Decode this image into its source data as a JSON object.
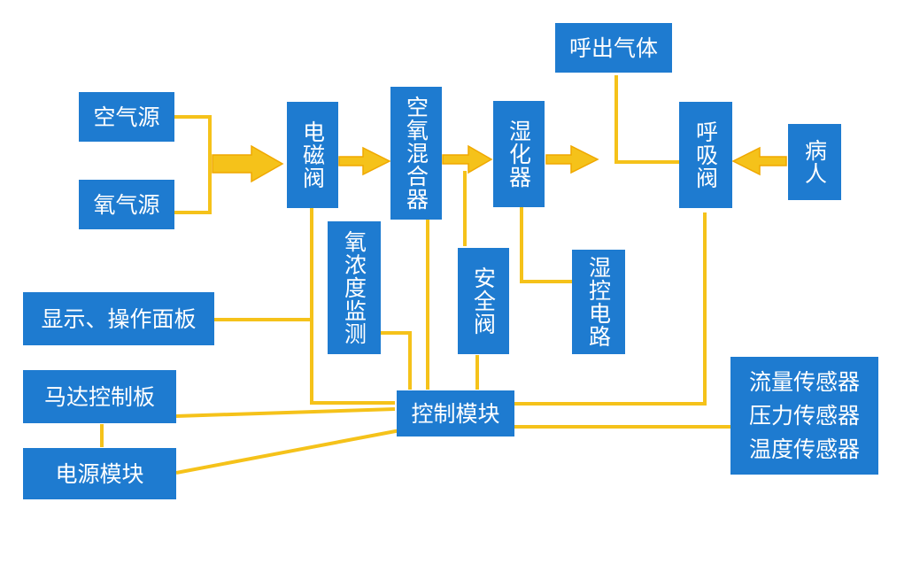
{
  "colors": {
    "box": "#1e7bd0",
    "connector": "#f5c21a",
    "text": "#ffffff"
  },
  "nodes": {
    "air_source": "空气源",
    "oxygen_source": "氧气源",
    "solenoid_valve": "电磁阀",
    "air_oxygen_mixer": "空氧混合器",
    "humidifier": "湿化器",
    "exhaled_gas": "呼出气体",
    "breathing_valve": "呼吸阀",
    "patient": "病人",
    "oxygen_monitor": "氧浓度监测",
    "safety_valve": "安全阀",
    "humidity_circuit": "湿控电路",
    "display_panel": "显示、操作面板",
    "motor_board": "马达控制板",
    "power_module": "电源模块",
    "control_module": "控制模块",
    "sensors": [
      "流量传感器",
      "压力传感器",
      "温度传感器"
    ]
  }
}
